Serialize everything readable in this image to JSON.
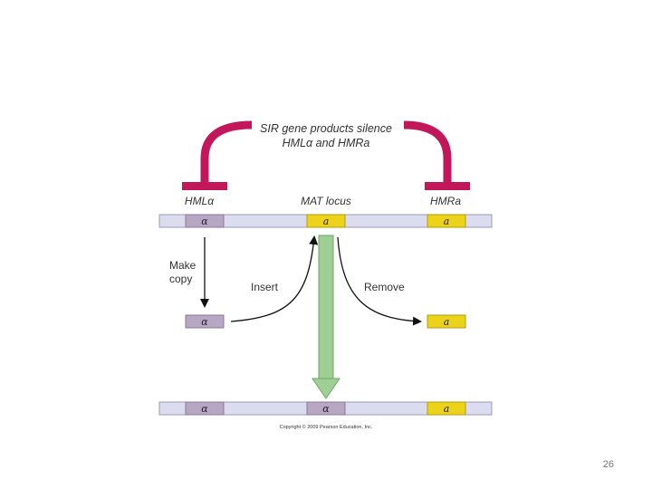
{
  "diagram": {
    "title_line1": "SIR gene products silence",
    "title_line2": "HMLα and HMRa",
    "labels": {
      "hml": "HMLα",
      "mat": "MAT locus",
      "hmr": "HMRa"
    },
    "segments": {
      "alpha": "α",
      "a": "a"
    },
    "steps": {
      "make_copy_line1": "Make",
      "make_copy_line2": "copy",
      "insert": "Insert",
      "remove": "Remove"
    },
    "copyright": "Copyright © 2009 Pearson Education, Inc.",
    "colors": {
      "inhibition": "#c2185b",
      "chromosome": "#dcdcf0",
      "alpha_segment": "#b7a6c4",
      "a_segment": "#ecd21a",
      "conversion_arrow": "#9fcf95"
    }
  },
  "page": {
    "number": "26"
  }
}
